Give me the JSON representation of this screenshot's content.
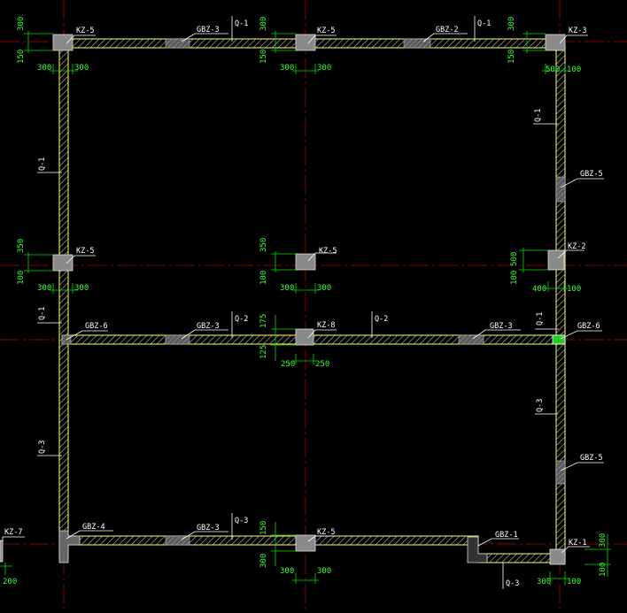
{
  "colors": {
    "background": "#000000",
    "wall_edge": "#ffff66",
    "hatch": "#c8c8c8",
    "column": "#8a8a8a",
    "axis": "#8b0000",
    "dimension": "#00ff00",
    "dimension_text": "#33ff33",
    "label": "#ffffff",
    "gbz6": "#22cc22"
  },
  "labels": {
    "kz5_a": "KZ-5",
    "gbz3_a": "GBZ-3",
    "q1_a": "Q-1",
    "kz5_b": "KZ-5",
    "gbz2": "GBZ-2",
    "q1_b": "Q-1",
    "kz3": "KZ-3",
    "q1_c": "Q-1",
    "q1_d": "Q-1",
    "gbz5_a": "GBZ-5",
    "kz5_c": "KZ-5",
    "kz5_d": "KZ-5",
    "kz2": "KZ-2",
    "q1_e": "Q-1",
    "gbz6_a": "GBZ-6",
    "gbz3_b": "GBZ-3",
    "q2_a": "Q-2",
    "kz8": "KZ-8",
    "q2_b": "Q-2",
    "gbz3_c": "GBZ-3",
    "q1_f": "Q-1",
    "gbz6_b": "GBZ-6",
    "q3_a": "Q-3",
    "q3_b": "Q-3",
    "gbz5_b": "GBZ-5",
    "kz7": "KZ-7",
    "gbz4": "GBZ-4",
    "gbz3_d": "GBZ-3",
    "q3_c": "Q-3",
    "kz5_e": "KZ-5",
    "gbz1": "GBZ-1",
    "kz1": "KZ-1",
    "q3_d": "Q-3"
  },
  "dims": {
    "d300_tl_v": "300",
    "d150_tl_v": "150",
    "d300_tl": "300",
    "d300_tl2": "300",
    "d300_tm_v": "300",
    "d150_tm_v": "150",
    "d300_tm": "300",
    "d300_tm2": "300",
    "d300_tr_v": "300",
    "d150_tr_v": "150",
    "d500_tr": "500",
    "d100_tr": "100",
    "d350_ml_v": "350",
    "d100_ml_v": "100",
    "d300_ml": "300",
    "d300_ml2": "300",
    "d350_mm_v": "350",
    "d100_mm_v": "100",
    "d300_mm": "300",
    "d300_mm2": "300",
    "d500_mr_v": "500",
    "d100_mr_v": "100",
    "d400_mr": "400",
    "d100_mr": "100",
    "d175_v": "175",
    "d125_v": "125",
    "d250_a": "250",
    "d250_b": "250",
    "d150_bm_v": "150",
    "d300_bm_v": "300",
    "d300_bm": "300",
    "d300_bm2": "300",
    "d300_br_v": "300",
    "d100_br_v": "100",
    "d300_br": "300",
    "d100_br": "100",
    "d200_bl": "200"
  }
}
